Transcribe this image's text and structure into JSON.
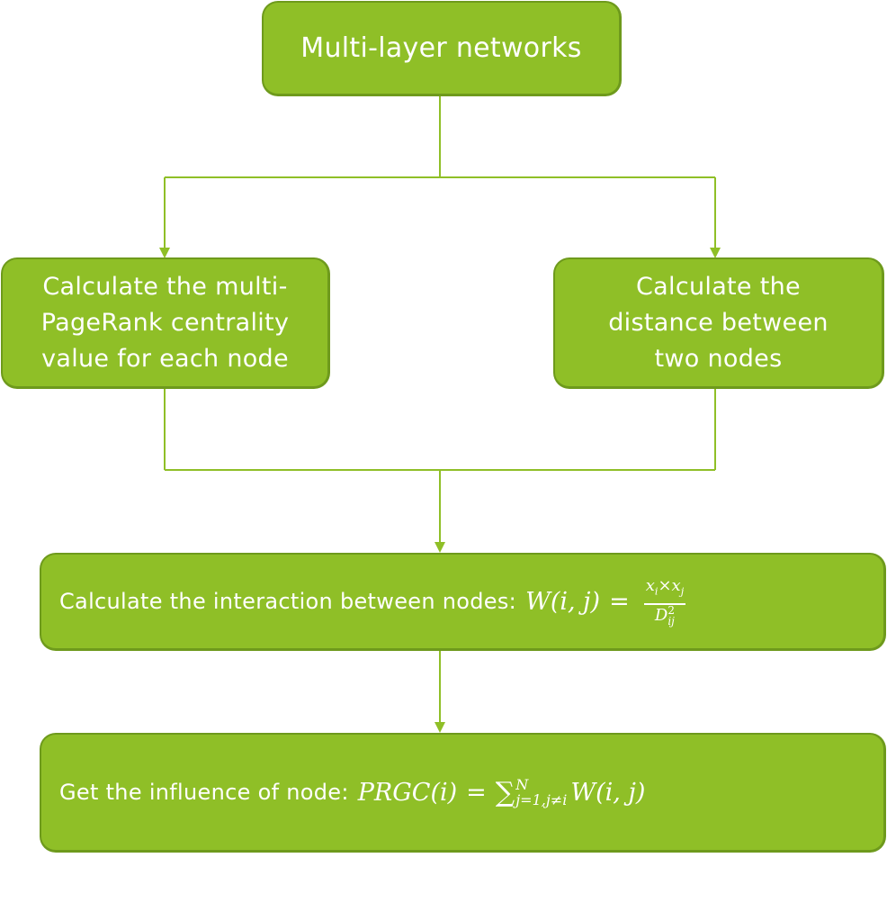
{
  "diagram": {
    "title_node": {
      "label": "Multi-layer networks"
    },
    "left_node": {
      "lines": [
        "Calculate the multi-",
        "PageRank centrality",
        "value for each node"
      ]
    },
    "right_node": {
      "lines": [
        "Calculate the",
        "distance between",
        "two nodes"
      ]
    },
    "interaction_node": {
      "label": "Calculate the interaction between nodes:",
      "formula": {
        "lhs": "W",
        "lhs_args": "(i, j)",
        "equals": "=",
        "numerator_a": "x",
        "numerator_a_sub": "i",
        "times": "×",
        "numerator_b": "x",
        "numerator_b_sub": "j",
        "denominator": "D",
        "denominator_sup": "2",
        "denominator_sub": "ij"
      }
    },
    "influence_node": {
      "label": "Get the influence of node:",
      "formula": {
        "lhs": "PRGC",
        "lhs_args": "(i)",
        "equals": "=",
        "sum_symbol": "∑",
        "upper_limit": "N",
        "lower_limit": "j=1,j≠i",
        "term": "W",
        "term_args": "(i, j)"
      }
    },
    "colors": {
      "node_fill": "#8fbf27",
      "node_border": "#6e9a1c",
      "connector": "#8fbf27",
      "text": "#ffffff"
    }
  }
}
